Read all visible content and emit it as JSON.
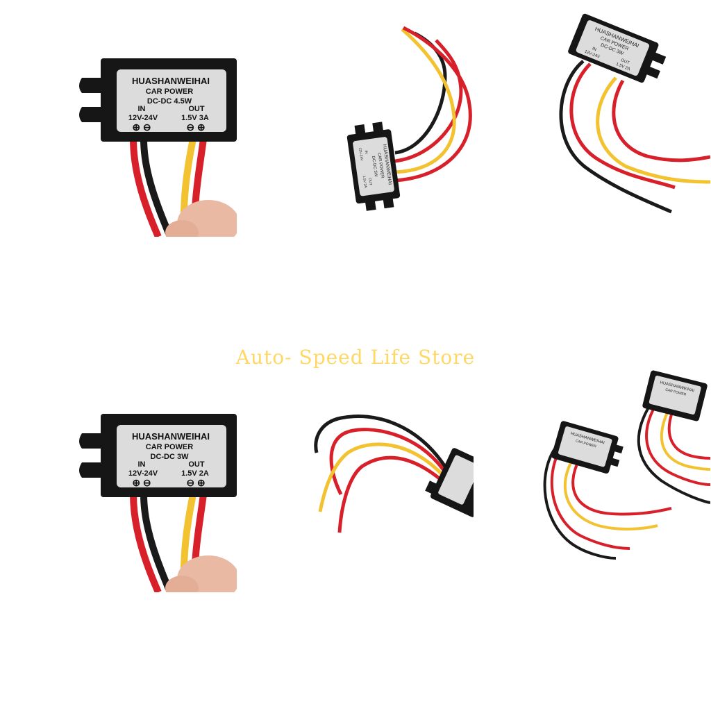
{
  "watermark": "Auto- Speed Life Store",
  "colors": {
    "wire_red": "#d8202a",
    "wire_black": "#1a1a1a",
    "wire_yellow": "#f2c230",
    "housing": "#161616",
    "label_bg": "#dcdcdc",
    "skin": "#e9b9a3"
  },
  "tiles": [
    {
      "brand": "HUASHANWEIHAI",
      "product": "CAR POWER",
      "spec": "DC-DC  4.5W",
      "in_label": "IN",
      "out_label": "OUT",
      "in_voltage": "12V-24V",
      "out_voltage": "1.5V 3A",
      "in_symbols": "⊕  ⊖",
      "out_symbols": "⊖  ⊕"
    },
    {
      "brand": "HUASHANWEIHAI",
      "product": "CAR POWER",
      "spec": "DC-DC  3W",
      "in_label": "IN",
      "out_label": "OUT",
      "in_voltage": "12V-24V",
      "out_voltage": "1.5V 2A"
    },
    {
      "brand": "HUASHANWEIHAI",
      "product": "CAR POWER",
      "spec": "DC-DC   3W",
      "in_label": "IN",
      "out_label": "OUT",
      "in_voltage": "12V-24V",
      "out_voltage": "1.5V 2A"
    },
    {
      "brand": "HUASHANWEIHAI",
      "product": "CAR POWER",
      "spec": "DC-DC    3W",
      "in_label": "IN",
      "out_label": "OUT",
      "in_voltage": "12V-24V",
      "out_voltage": "1.5V 2A",
      "in_symbols": "⊕  ⊖",
      "out_symbols": "⊖  ⊕"
    },
    {
      "brand": "",
      "product": "",
      "spec": ""
    },
    {
      "brand": "HUASHANWEIHAI",
      "product": "CAR POWER"
    }
  ]
}
